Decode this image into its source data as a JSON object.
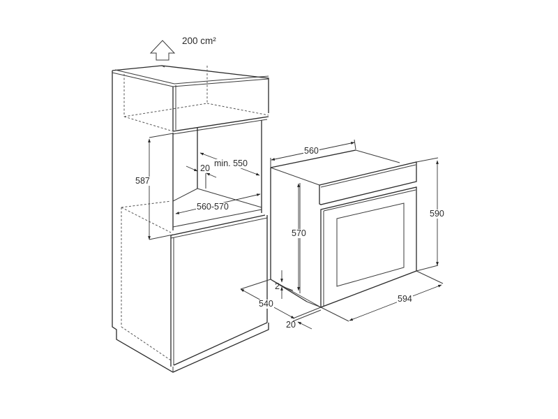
{
  "diagram": {
    "type": "oven installation dimension drawing",
    "units": "mm",
    "ventilation": {
      "label": "200 cm²",
      "icon": "arrow-up-outline-icon"
    },
    "cabinet": {
      "dimensions": {
        "niche_height": "587",
        "niche_depth_min": "min. 550",
        "rear_gap": "20",
        "niche_width": "560-570"
      }
    },
    "oven": {
      "dimensions": {
        "top_width": "560",
        "body_height": "570",
        "total_height": "590",
        "front_width": "594",
        "body_depth": "540",
        "front_thickness": "20",
        "bottom_offset": "2"
      }
    }
  }
}
